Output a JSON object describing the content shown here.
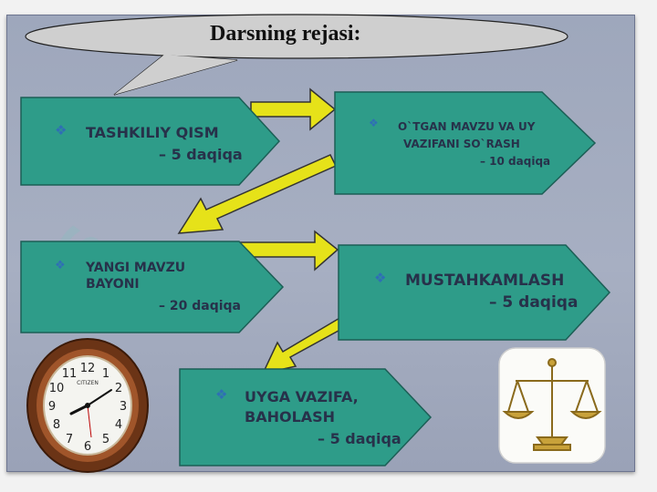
{
  "title": "Darsning rejasi:",
  "steps": [
    {
      "name": "TASHKILIY  QISM",
      "time": "– 5 daqiqa"
    },
    {
      "name_line1": "O`TGAN  MAVZU VA UY",
      "name_line2": "VAZIFANI  SO`RASH",
      "time": "– 10 daqiqa"
    },
    {
      "name_line1": "YANGI MAVZU",
      "name_line2": "BAYONI",
      "time": "– 20 daqiqa"
    },
    {
      "name": "MUSTAHKAMLASH",
      "time": "– 5 daqiqa"
    },
    {
      "name_line1": "UYGA  VAZIFA,",
      "name_line2": "BAHOLASH",
      "time": "– 5 daqiqa"
    }
  ],
  "clock": {
    "brand": "CITIZEN",
    "numerals": [
      "12",
      "1",
      "2",
      "3",
      "4",
      "5",
      "6",
      "7",
      "8",
      "9",
      "10",
      "11"
    ]
  },
  "colors": {
    "block_fill": "#2e9c89",
    "arrow_fill": "#e6e219",
    "background": "#a3abbf",
    "bullet": "#2f6fb5"
  },
  "icons": [
    "callout-bubble",
    "diamond-bullet-icon",
    "arrow-right-icon",
    "arrow-down-left-icon",
    "wall-clock-icon",
    "scales-of-justice-icon"
  ]
}
